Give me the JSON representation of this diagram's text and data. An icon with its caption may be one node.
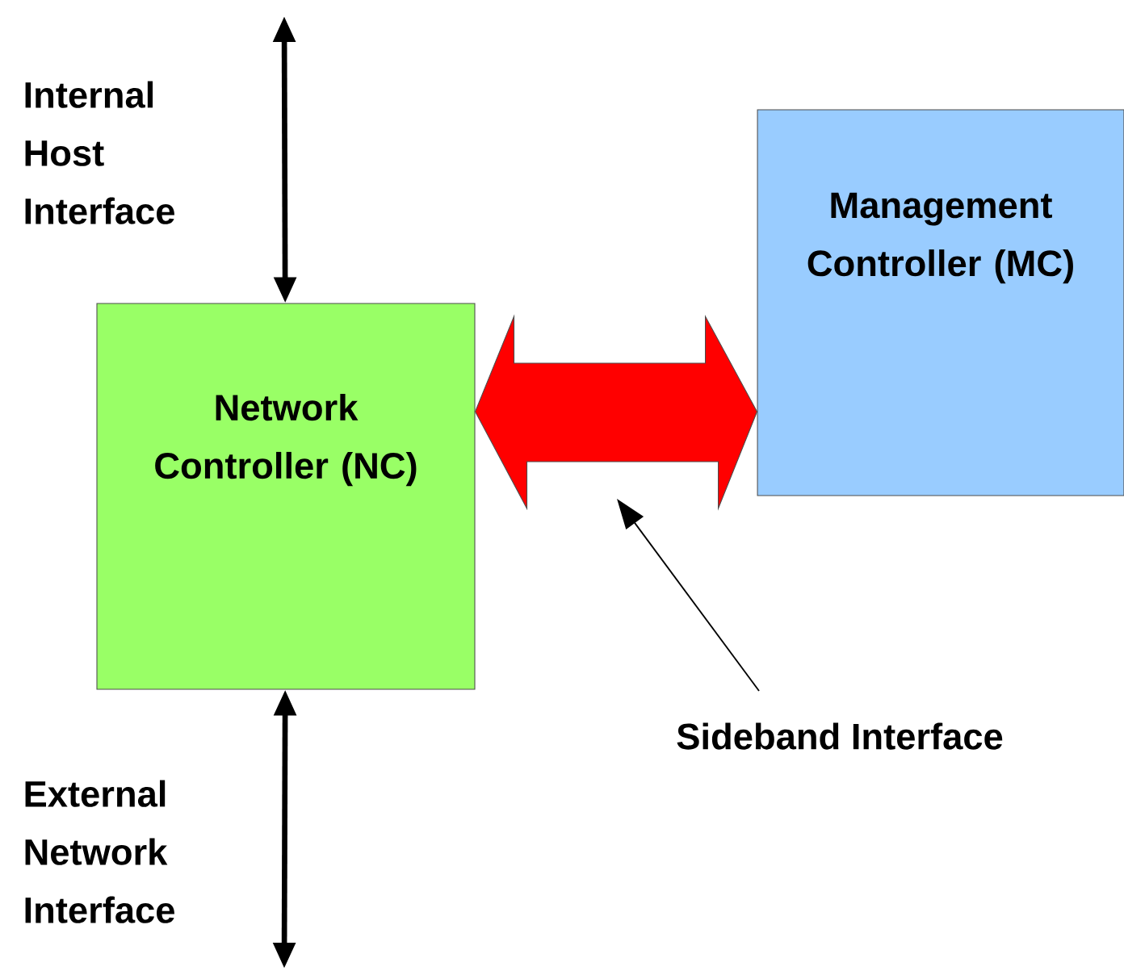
{
  "diagram": {
    "nodes": [
      {
        "text": [
          "Network Controller (NC)"
        ]
      },
      {
        "text": [
          "Management Controller (MC)"
        ]
      },
      {
        "text": [
          "Sideband Interface"
        ]
      }
    ],
    "edges": [
      {
        "from": null,
        "to": 0,
        "arrow": "both"
      },
      {
        "from": 0,
        "to": null,
        "arrow": "both"
      },
      {
        "from": 0,
        "to": 1,
        "arrow": "both",
        "style": "thick",
        "color": "#ff0000"
      },
      {
        "from": 2,
        "to": null,
        "arrow": "to"
      }
    ],
    "labels": [
      "Internal Host Interface",
      "External Network Interface"
    ]
  }
}
